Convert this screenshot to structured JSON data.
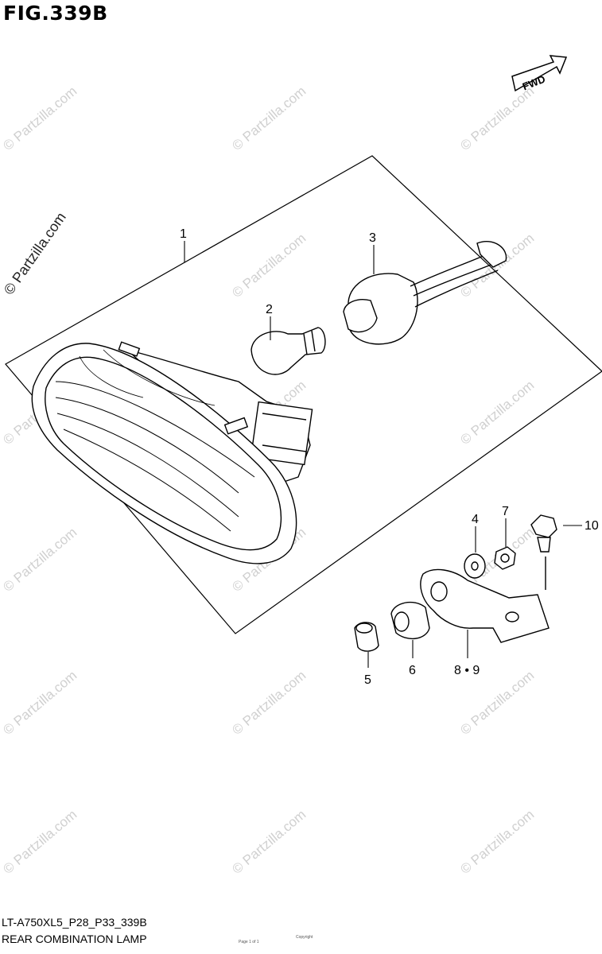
{
  "figure": {
    "title": "FIG.339B",
    "fwd_label": "FWD"
  },
  "watermark": "© Partzilla.com",
  "callouts": [
    "1",
    "2",
    "3",
    "4",
    "5",
    "6",
    "7",
    "8 • 9",
    "10"
  ],
  "parts": [
    {
      "ref": "1",
      "part": "rear-combination-lamp-assembly"
    },
    {
      "ref": "2",
      "part": "bulb"
    },
    {
      "ref": "3",
      "part": "socket-with-wiring"
    },
    {
      "ref": "4",
      "part": "washer"
    },
    {
      "ref": "5",
      "part": "collar"
    },
    {
      "ref": "6",
      "part": "cushion"
    },
    {
      "ref": "7",
      "part": "nut"
    },
    {
      "ref": "8 • 9",
      "part": "bracket"
    },
    {
      "ref": "10",
      "part": "bolt"
    }
  ],
  "footer": {
    "code": "LT-A750XL5_P28_P33_339B",
    "name": "REAR COMBINATION LAMP",
    "fine_print": "Page 1 of 1",
    "fine_print_2": "Copyright"
  }
}
